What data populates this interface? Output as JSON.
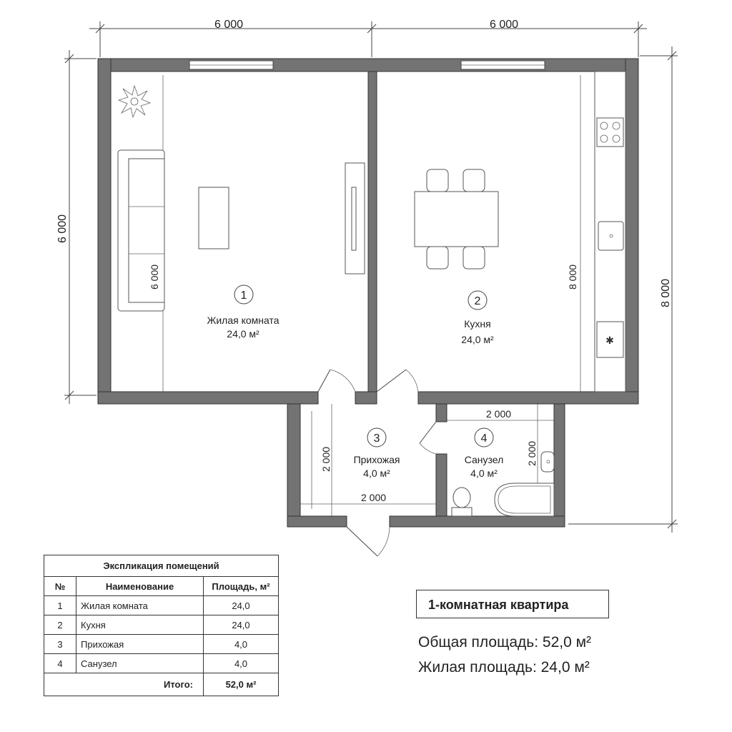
{
  "dimensions": {
    "top_left": "6 000",
    "top_right": "6 000",
    "left": "6 000",
    "right": "8 000",
    "living_inner": "6 000",
    "kitchen_inner": "8 000",
    "hall_vertical": "2 000",
    "hall_horizontal": "2 000",
    "bath_horizontal": "2 000",
    "bath_vertical": "2 000"
  },
  "rooms": [
    {
      "number": "1",
      "name": "Жилая комната",
      "area": "24,0 м²"
    },
    {
      "number": "2",
      "name": "Кухня",
      "area": "24,0 м²"
    },
    {
      "number": "3",
      "name": "Прихожая",
      "area": "4,0 м²"
    },
    {
      "number": "4",
      "name": "Санузел",
      "area": "4,0 м²"
    }
  ],
  "explication": {
    "title": "Экспликация помещений",
    "headers": [
      "№",
      "Наименование",
      "Площадь, м²"
    ],
    "rows": [
      [
        "1",
        "Жилая комната",
        "24,0"
      ],
      [
        "2",
        "Кухня",
        "24,0"
      ],
      [
        "3",
        "Прихожая",
        "4,0"
      ],
      [
        "4",
        "Санузел",
        "4,0"
      ]
    ],
    "total_label": "Итого:",
    "total_value": "52,0 м²"
  },
  "summary": {
    "title": "1-комнатная квартира",
    "total_area": "Общая площадь: 52,0 м²",
    "living_area": "Жилая площадь: 24,0 м²"
  }
}
